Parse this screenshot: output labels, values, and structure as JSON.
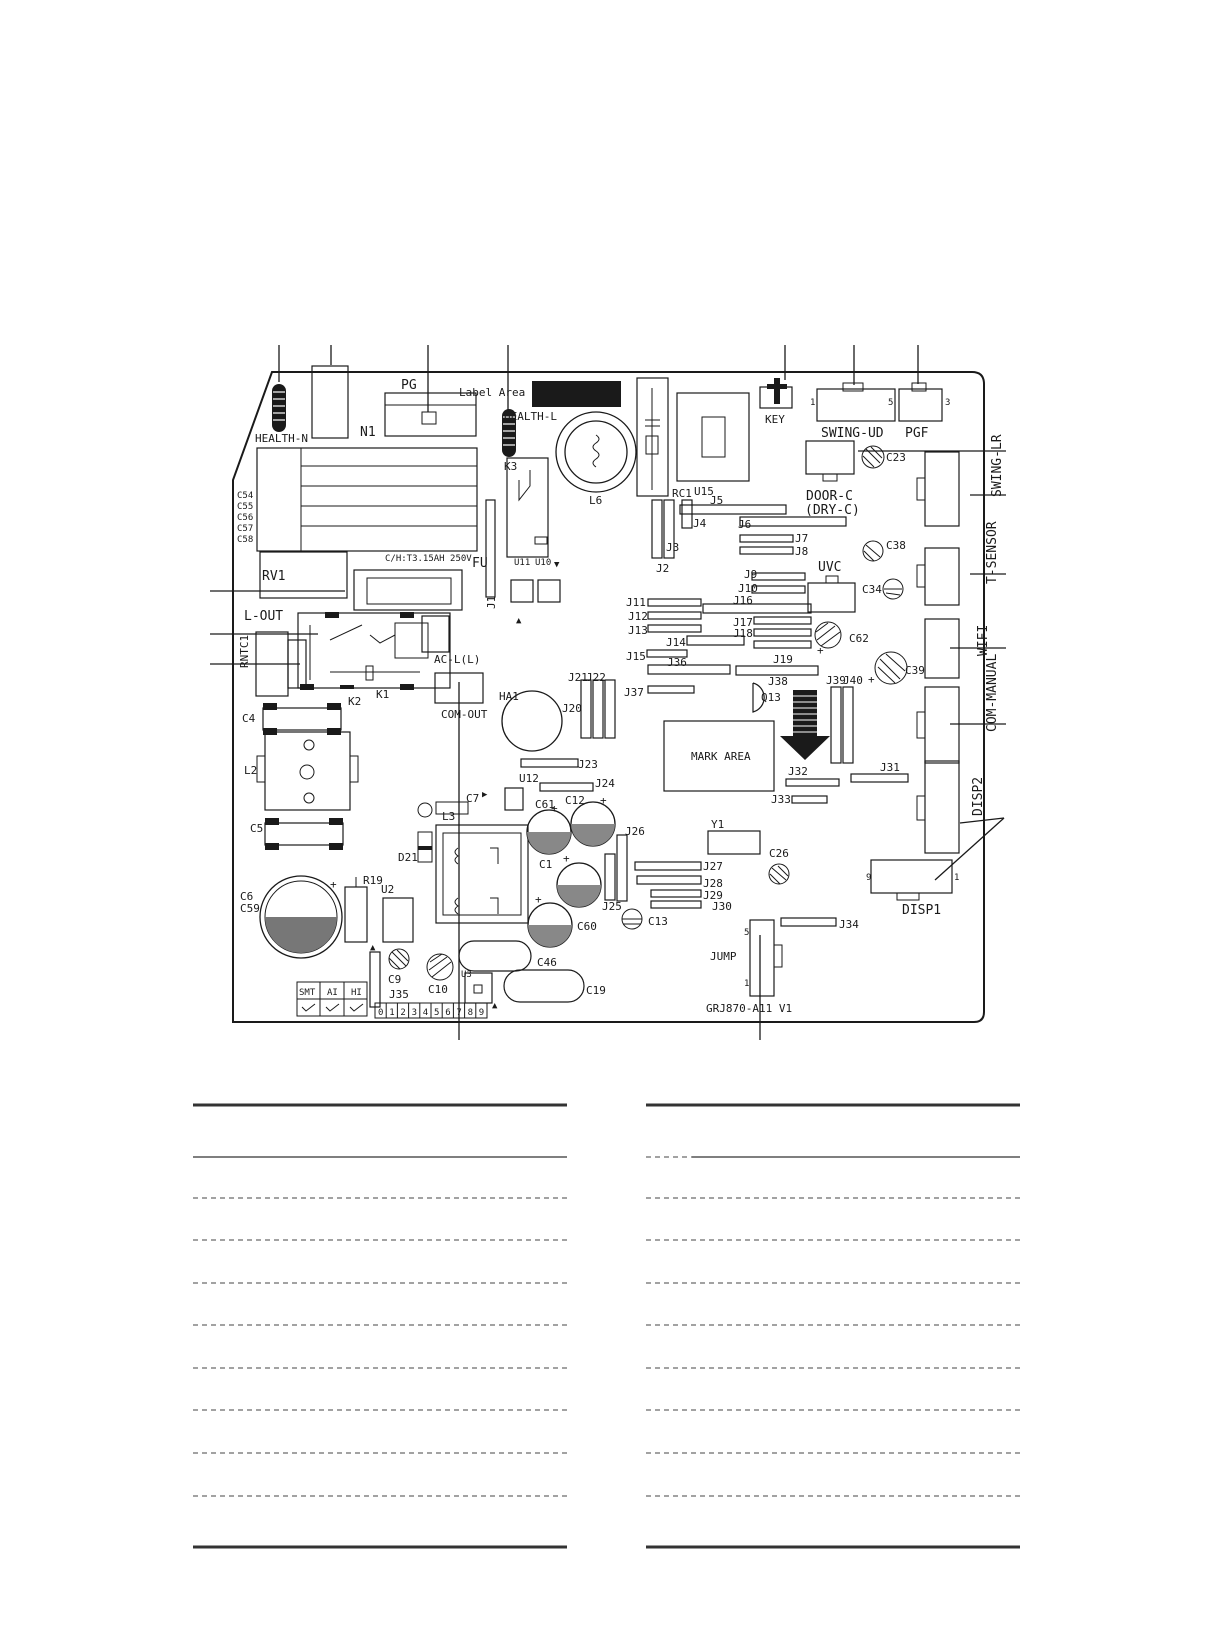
{
  "board": {
    "model": "GRJ870-A11 V1",
    "label_area": "Label Area",
    "mark_area": "MARK AREA",
    "fuse_rating": "C/H:T3.15AH 250V",
    "connectors": {
      "health_n": "HEALTH-N",
      "n1": "N1",
      "pg": "PG",
      "health_l": "HEALTH-L",
      "key": "KEY",
      "swing_ud": "SWING-UD",
      "pgf": "PGF",
      "door_c": "DOOR-C",
      "dry_c": "(DRY-C)",
      "swing_lr": "SWING-LR",
      "t_sensor": "T-SENSOR",
      "wifi": "WIFI",
      "com_manual": "COM-MANUAL",
      "disp2": "DISP2",
      "disp1": "DISP1",
      "rv1": "RV1",
      "l_out": "L-OUT",
      "rntc1": "RNTC1",
      "ac_l": "AC-L(L)",
      "com_out": "COM-OUT",
      "fu": "FU",
      "uvc": "UVC",
      "jump": "JUMP"
    },
    "parts": {
      "k3": "K3",
      "l6": "L6",
      "u15": "U15",
      "rc1": "RC1",
      "u11": "U11",
      "u10": "U10",
      "j1": "J1",
      "j2": "J2",
      "j3": "J3",
      "j4": "J4",
      "j5": "J5",
      "j6": "J6",
      "j7": "J7",
      "j8": "J8",
      "j9": "J9",
      "j10": "J10",
      "j11": "J11",
      "j12": "J12",
      "j13": "J13",
      "j14": "J14",
      "j15": "J15",
      "j16": "J16",
      "j17": "J17",
      "j18": "J18",
      "j19": "J19",
      "j20": "J20",
      "j21": "J21",
      "j22": "J22",
      "j23": "J23",
      "j24": "J24",
      "j25": "J25",
      "j26": "J26",
      "j27": "J27",
      "j28": "J28",
      "j29": "J29",
      "j30": "J30",
      "j31": "J31",
      "j32": "J32",
      "j33": "J33",
      "j34": "J34",
      "j35": "J35",
      "j36": "J36",
      "j37": "J37",
      "j38": "J38",
      "j39": "J39",
      "j40": "J40",
      "c1": "C1",
      "c4": "C4",
      "c5": "C5",
      "c6": "C6",
      "c59": "C59",
      "c7": "C7",
      "c9": "C9",
      "c10": "C10",
      "c12": "C12",
      "c13": "C13",
      "c19": "C19",
      "c23": "C23",
      "c26": "C26",
      "c34": "C34",
      "c38": "C38",
      "c39": "C39",
      "c46": "C46",
      "c60": "C60",
      "c61": "C61",
      "c62": "C62",
      "c54": "C54",
      "c55": "C55",
      "c56": "C56",
      "c57": "C57",
      "c58": "C58",
      "k1": "K1",
      "k2": "K2",
      "l2": "L2",
      "l3": "L3",
      "ha1": "HA1",
      "q13": "Q13",
      "u12": "U12",
      "u2": "U2",
      "u3": "U3",
      "r19": "R19",
      "d21": "D21",
      "y1": "Y1"
    },
    "checks": [
      "SMT",
      "AI",
      "HI"
    ],
    "digits": [
      "0",
      "1",
      "2",
      "3",
      "4",
      "5",
      "6",
      "7",
      "8",
      "9"
    ]
  }
}
